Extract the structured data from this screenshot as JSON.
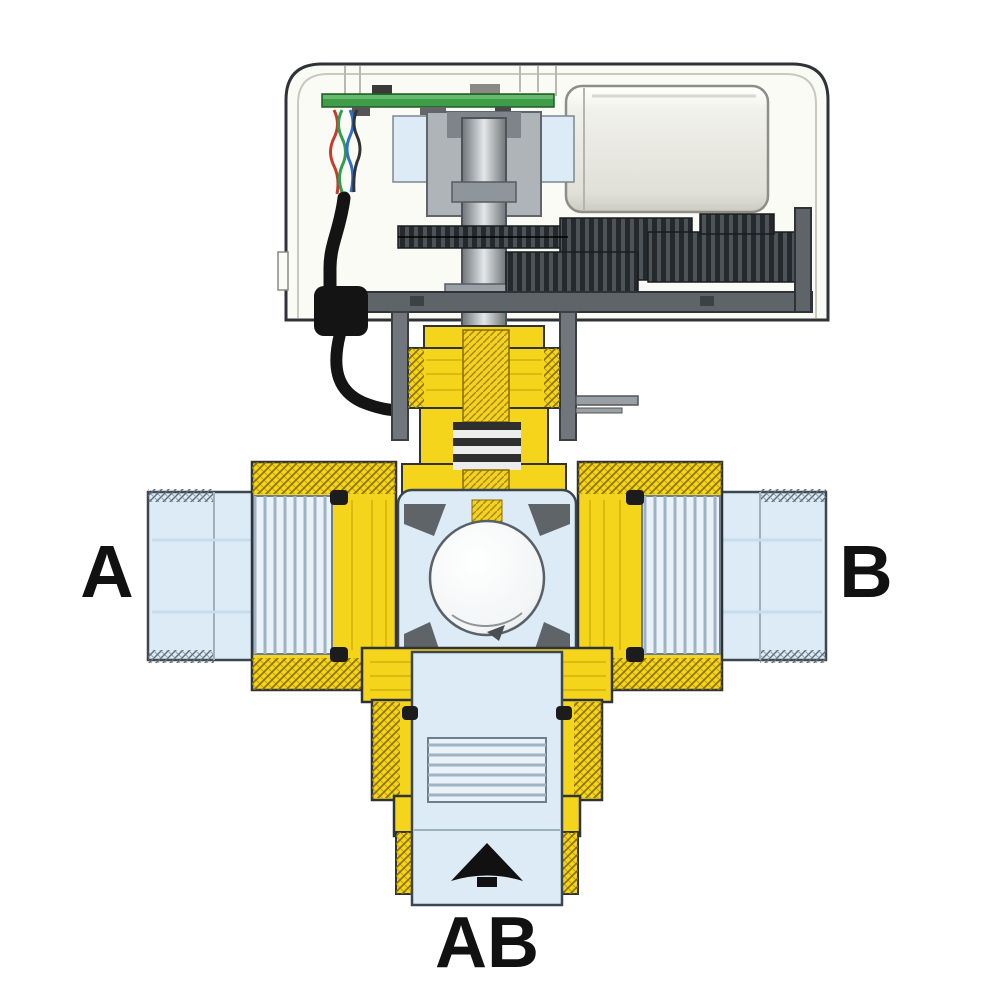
{
  "labels": {
    "port_a": "A",
    "port_b": "B",
    "port_ab": "AB"
  },
  "icons": {
    "flow_direction": "up-arrow"
  },
  "colors": {
    "brass": "#F4D51B",
    "brass-dark": "#A8850A",
    "pipe-blue": "#DCEBF6",
    "pipe-stroke": "#3C4650",
    "housing": "#FBFBF6",
    "outline": "#2F3338",
    "pcb": "#3F9D49",
    "wire-red": "#C63A2F",
    "wire-green": "#2F9E4F",
    "wire-blue": "#2F6FC6",
    "cable": "#141414",
    "metal": "#AEB4B8",
    "metal-dark": "#5E6468",
    "gear": "#26292C",
    "label": "#111111"
  }
}
